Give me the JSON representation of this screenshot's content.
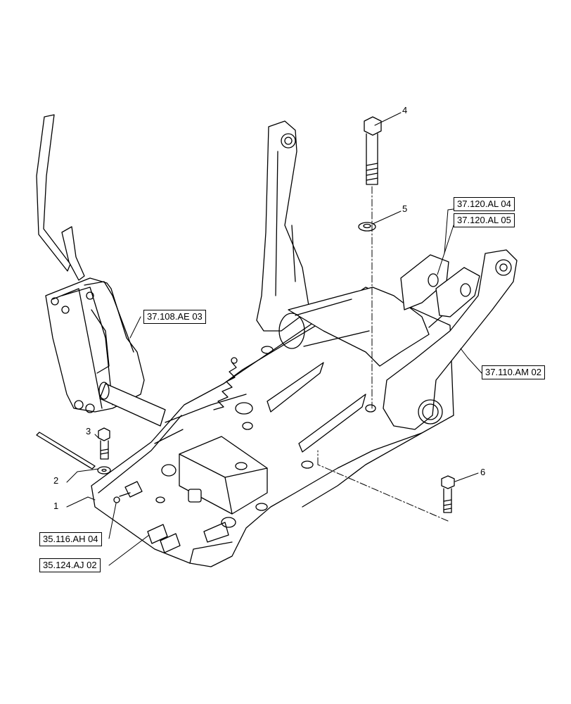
{
  "callouts": [
    "1",
    "2",
    "3",
    "4",
    "5",
    "6"
  ],
  "references": {
    "r1": "37.108.AE 03",
    "r2": "37.120.AL 04",
    "r3": "37.120.AL 05",
    "r4": "37.110.AM 02",
    "r5": "35.116.AH 04",
    "r6": "35.124.AJ 02"
  }
}
